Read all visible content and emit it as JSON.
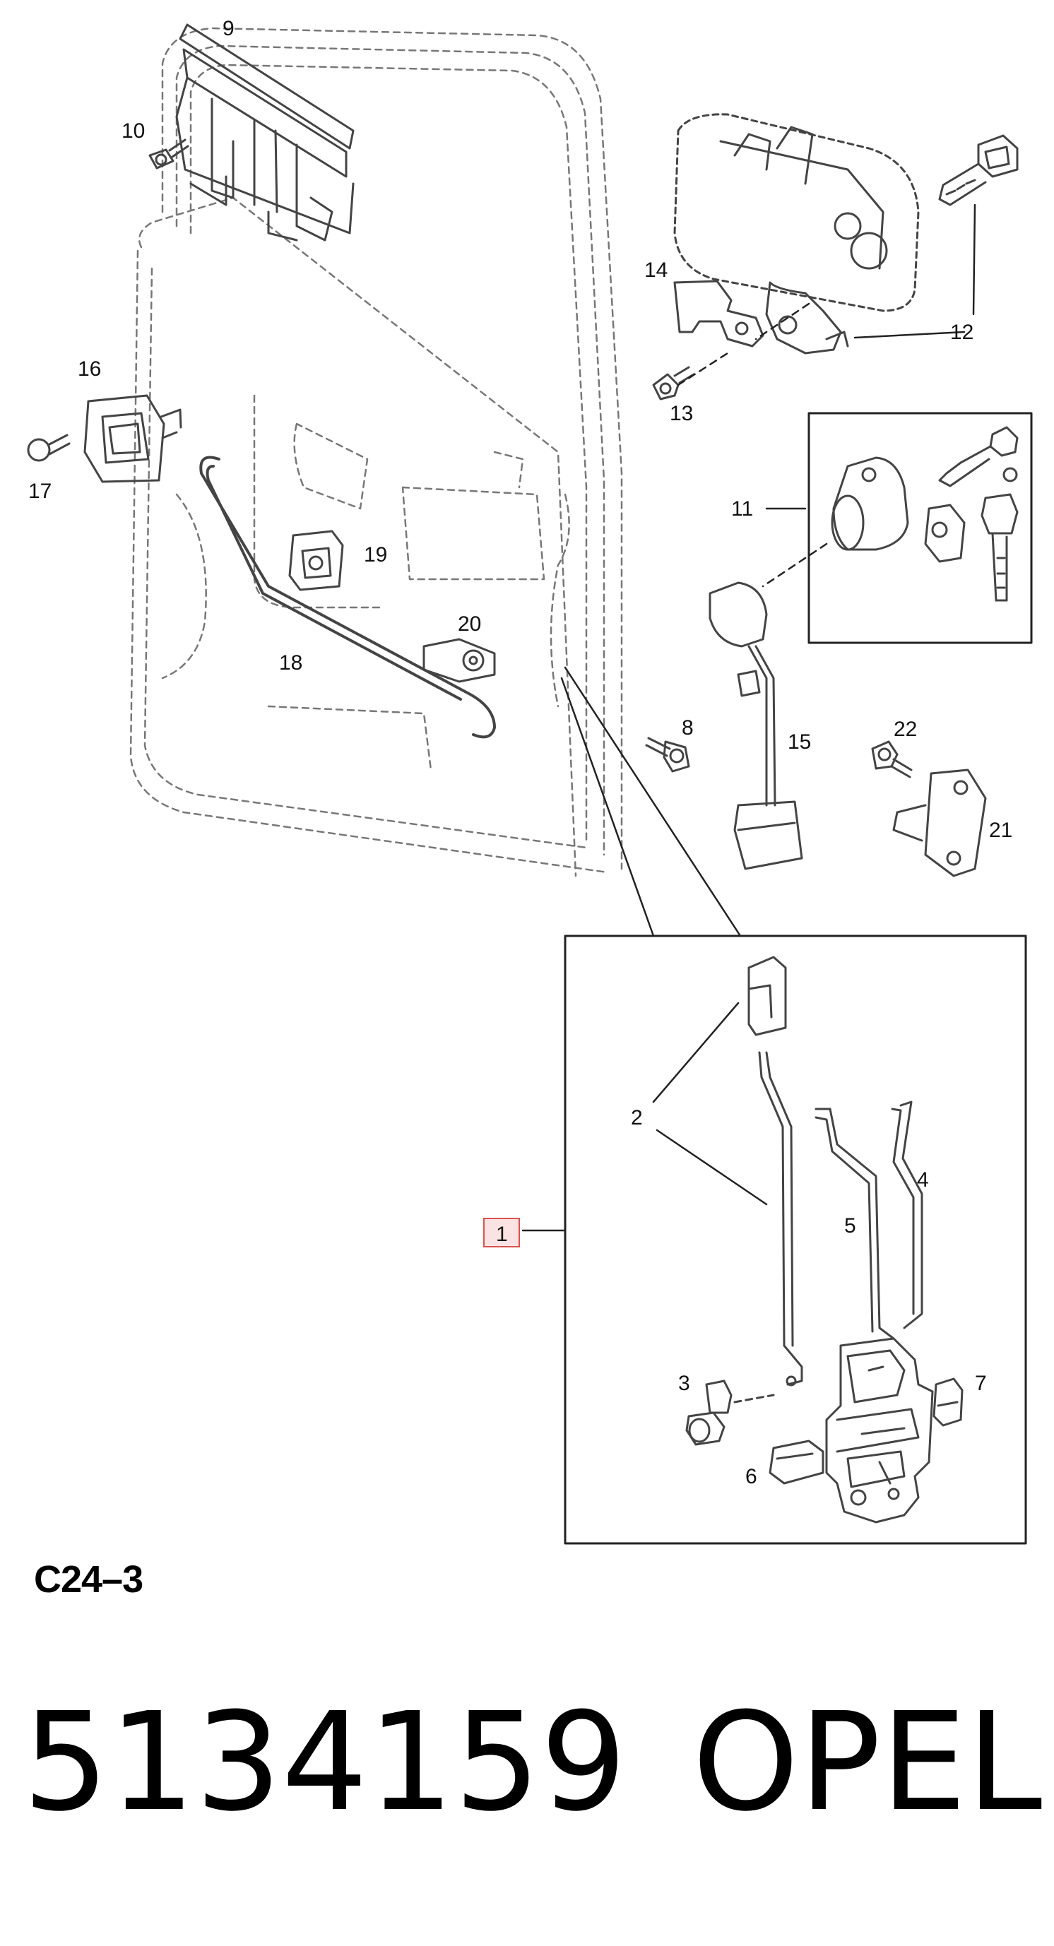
{
  "diagram": {
    "callouts": {
      "c1": "1",
      "c2": "2",
      "c3": "3",
      "c4": "4",
      "c5": "5",
      "c6": "6",
      "c7": "7",
      "c8": "8",
      "c9": "9",
      "c10": "10",
      "c11": "11",
      "c12": "12",
      "c13": "13",
      "c14": "14",
      "c15": "15",
      "c16": "16",
      "c17": "17",
      "c18": "18",
      "c19": "19",
      "c20": "20",
      "c21": "21",
      "c22": "22"
    },
    "highlight_color": "#d9534f"
  },
  "footer": {
    "section_code": "C24–3",
    "part_number": "5134159",
    "brand": "OPEL"
  }
}
